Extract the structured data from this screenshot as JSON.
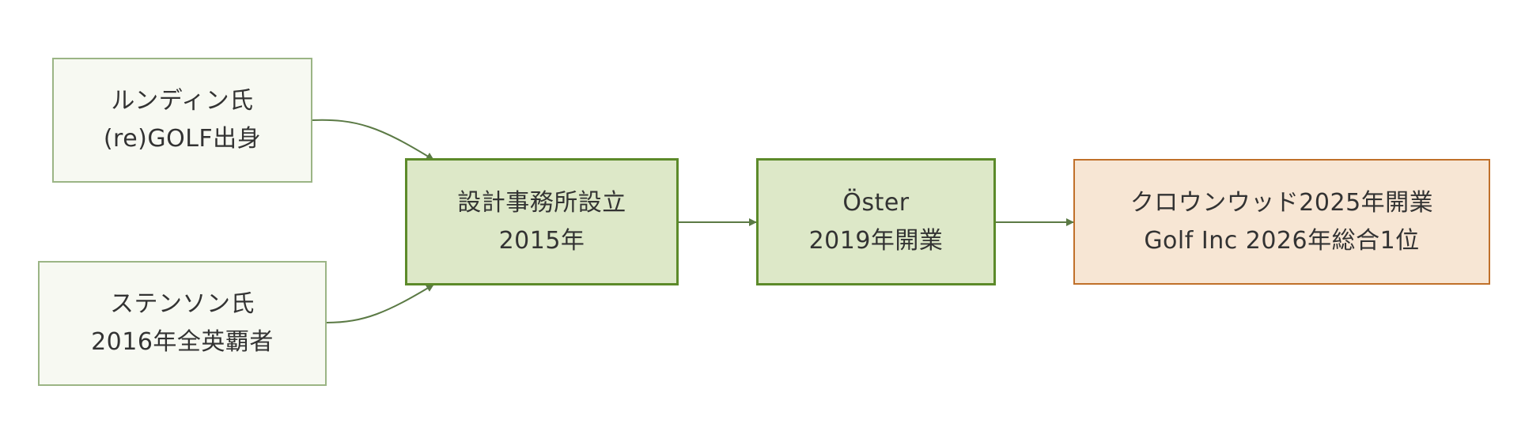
{
  "diagram": {
    "colors": {
      "edge": "#5b7a45",
      "source_fill": "#f7f9f2",
      "source_border": "#9bb585",
      "main_fill": "#dde8c8",
      "main_border": "#5c8a2a",
      "result_fill": "#f7e6d4",
      "result_border": "#c0702a"
    },
    "nodes": {
      "lundin": {
        "line1": "ルンディン氏",
        "line2": "(re)GOLF出身"
      },
      "stenson": {
        "line1": "ステンソン氏",
        "line2": "2016年全英覇者"
      },
      "office": {
        "line1": "設計事務所設立",
        "line2": "2015年"
      },
      "oster": {
        "line1": "Öster",
        "line2": "2019年開業"
      },
      "crown": {
        "line1": "クロウンウッド2025年開業",
        "line2": "Golf Inc 2026年総合1位"
      }
    },
    "edges": [
      {
        "from": "lundin",
        "to": "office"
      },
      {
        "from": "stenson",
        "to": "office"
      },
      {
        "from": "office",
        "to": "oster"
      },
      {
        "from": "oster",
        "to": "crown"
      }
    ]
  }
}
